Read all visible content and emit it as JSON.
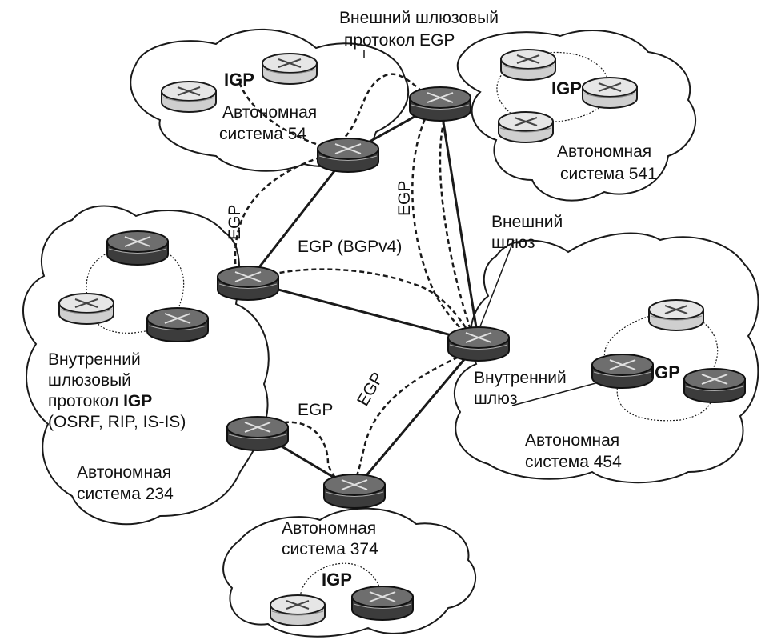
{
  "systems": {
    "as54": {
      "title": "Автономная",
      "number": "система 54",
      "protocol": "IGP"
    },
    "as541": {
      "title": "Автономная",
      "number": "система 541",
      "protocol": "IGP"
    },
    "as454": {
      "title": "Автономная",
      "number": "система 454",
      "protocol": "IGP"
    },
    "as374": {
      "title": "Автономная",
      "number": "система 374",
      "protocol": "IGP"
    },
    "as234": {
      "title": "Автономная",
      "number": "система 234",
      "igp_line1": "Внутренний",
      "igp_line2": "шлюзовый",
      "igp_line3_prefix": "протокол ",
      "igp_line3_bold": "IGP",
      "igp_line4": "(OSRF, RIP, IS-IS)"
    }
  },
  "labels": {
    "egp_title_line1": "Внешний шлюзовый",
    "egp_title_line2": "протокол EGP",
    "external_gw_line1": "Внешний",
    "external_gw_line2": "шлюз",
    "internal_gw_line1": "Внутренний",
    "internal_gw_line2": "шлюз",
    "egp_bgp": "EGP (BGPv4)",
    "egp_left_vertical": "EGP",
    "egp_mid_vertical": "EGP",
    "egp_lower_diag": "EGP",
    "egp_lower": "EGP"
  },
  "colors": {
    "ink": "#1a1a1a",
    "light_router": "#d9d9d9",
    "dark_router": "#5a5a5a"
  }
}
